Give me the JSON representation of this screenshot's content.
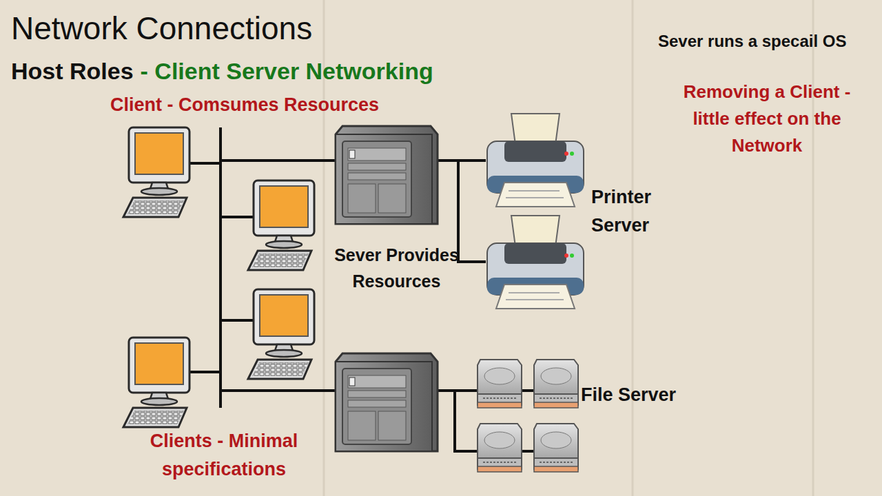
{
  "diagram": {
    "title": "Network Connections",
    "labels": [
      "Host Roles",
      "- Client Server Networking",
      "Client - Comsumes Resources",
      "Sever Provides Resources",
      "Printer Server",
      "File Server",
      "Clients - Minimal specifications",
      "Sever runs a specail OS",
      "Removing a Client - little effect on the Network"
    ]
  }
}
